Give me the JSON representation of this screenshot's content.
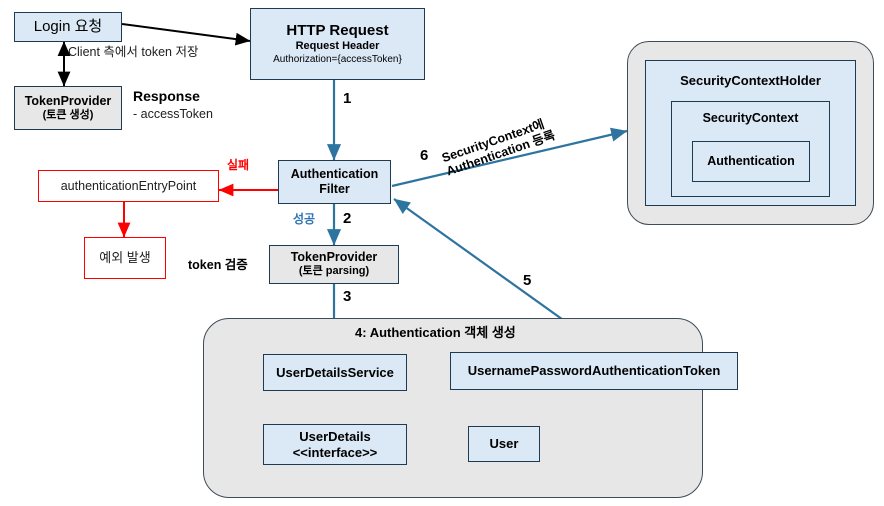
{
  "diagram": {
    "title": "Spring Security JWT Authentication Flow",
    "colors": {
      "blue_fill": "#dbe8f6",
      "gray_fill": "#e7e7e7",
      "box_border": "#1f3b51",
      "red": "#ff0000",
      "arrow_blue": "#2e74a0",
      "arrow_black": "#000000",
      "success_text": "#2e75b6"
    }
  },
  "nodes": {
    "login_request": {
      "title": "Login 요청"
    },
    "token_provider_create": {
      "title": "TokenProvider",
      "sub": "(토큰 생성)"
    },
    "http_request": {
      "title": "HTTP Request",
      "sub": "Request Header",
      "detail": "Authorization={accessToken}"
    },
    "authentication_filter": {
      "title": "Authentication",
      "sub": "Filter"
    },
    "authentication_entry_point": {
      "title": "authenticationEntryPoint"
    },
    "exception_thrown": {
      "title": "예외 발생"
    },
    "token_provider_parse": {
      "title": "TokenProvider",
      "sub": "(토큰 parsing)"
    },
    "user_details_service": {
      "title": "UserDetailsService"
    },
    "username_password_token": {
      "title": "UsernamePasswordAuthenticationToken"
    },
    "user_details": {
      "title": "UserDetails",
      "sub": "<<interface>>"
    },
    "user": {
      "title": "User"
    },
    "security_context_holder": {
      "title": "SecurityContextHolder"
    },
    "security_context": {
      "title": "SecurityContext"
    },
    "authentication": {
      "title": "Authentication"
    }
  },
  "labels": {
    "client_store_token": "Client 측에서 token 저장",
    "response_title": "Response",
    "response_detail": "- accessToken",
    "step_1": "1",
    "step_2": "2",
    "step_3": "3",
    "step_4": "4: Authentication 객체 생성",
    "step_5": "5",
    "step_6": "6",
    "fail": "실패",
    "success": "성공",
    "token_verify": "token 검증",
    "register_line1": "SecurityContext에",
    "register_line2": "Authentication 등록"
  },
  "edges": [
    {
      "name": "login-to-http-request",
      "from": "login_request",
      "to": "http_request",
      "style": "black-solid"
    },
    {
      "name": "login-tokenprovider-bidirectional",
      "from": "login_request",
      "to": "token_provider_create",
      "style": "black-double"
    },
    {
      "name": "http-request-to-auth-filter",
      "from": "http_request",
      "to": "authentication_filter",
      "label": "1",
      "style": "blue-solid"
    },
    {
      "name": "auth-filter-to-entry-point",
      "from": "authentication_filter",
      "to": "authentication_entry_point",
      "label": "실패",
      "style": "red-solid"
    },
    {
      "name": "entry-point-to-exception",
      "from": "authentication_entry_point",
      "to": "exception_thrown",
      "style": "red-solid"
    },
    {
      "name": "auth-filter-to-token-provider",
      "from": "authentication_filter",
      "to": "token_provider_parse",
      "label": "성공 / 2",
      "style": "blue-solid"
    },
    {
      "name": "token-provider-to-user-details-service",
      "from": "token_provider_parse",
      "to": "user_details_service",
      "label": "3",
      "style": "blue-solid"
    },
    {
      "name": "user-details-service-to-username-password-token",
      "from": "user_details_service",
      "to": "username_password_token",
      "style": "blue-solid"
    },
    {
      "name": "user-details-to-user-details-service",
      "from": "user_details",
      "to": "user_details_service",
      "style": "blue-double"
    },
    {
      "name": "user-details-to-user",
      "from": "user_details",
      "to": "user",
      "style": "blue-double"
    },
    {
      "name": "username-password-token-to-auth-filter",
      "from": "username_password_token",
      "to": "authentication_filter",
      "label": "5",
      "style": "blue-solid"
    },
    {
      "name": "auth-filter-to-security-context-holder",
      "from": "authentication_filter",
      "to": "security_context_holder",
      "label": "6",
      "style": "blue-solid"
    }
  ]
}
